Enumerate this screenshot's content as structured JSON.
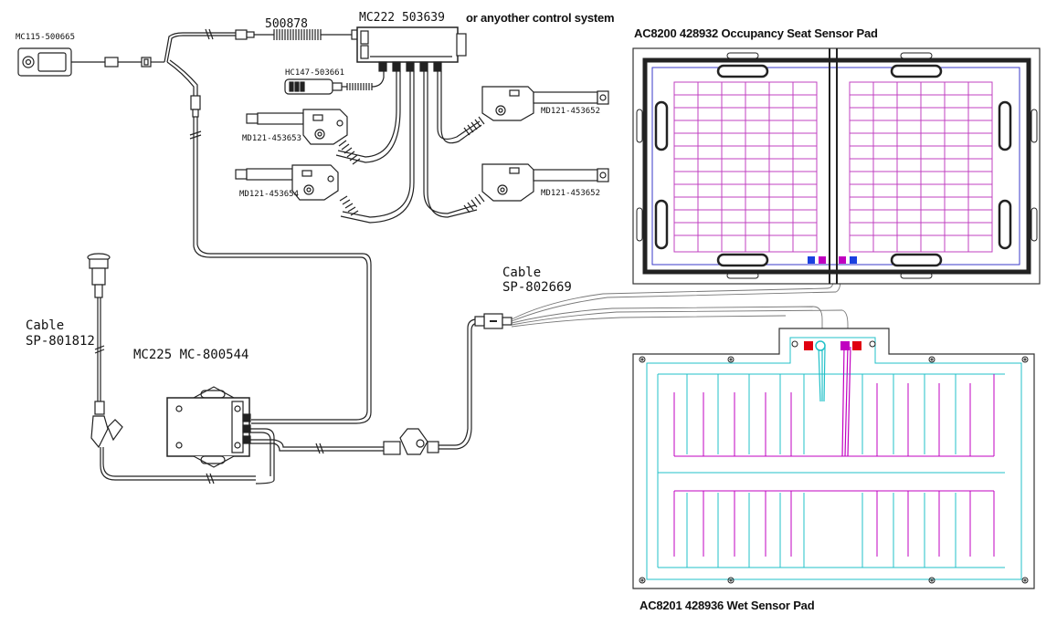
{
  "colors": {
    "line": "#222222",
    "magenta": "#c000c0",
    "cyan": "#20c0c8",
    "grid": "#c040c0",
    "frame_inner": "#3a3ac8",
    "red": "#e00010",
    "blue": "#1a40e0"
  },
  "labels": {
    "mc115": "MC115-500665",
    "p500878": "500878",
    "mc222": "MC222 503639",
    "mc222_note": "or anyother control system",
    "hc147": "HC147-503661",
    "md_a": "MD121-453653",
    "md_b": "MD121-453654",
    "md_c": "MD121-453652",
    "md_d": "MD121-453652",
    "occupancy_pad": "AC8200 428932 Occupancy Seat Sensor Pad",
    "cable_a_1": "Cable",
    "cable_a_2": "SP-802669",
    "cable_b_1": "Cable",
    "cable_b_2": "SP-801812",
    "mc225": "MC225 MC-800544",
    "wet_pad": "AC8201 428936 Wet Sensor Pad"
  }
}
